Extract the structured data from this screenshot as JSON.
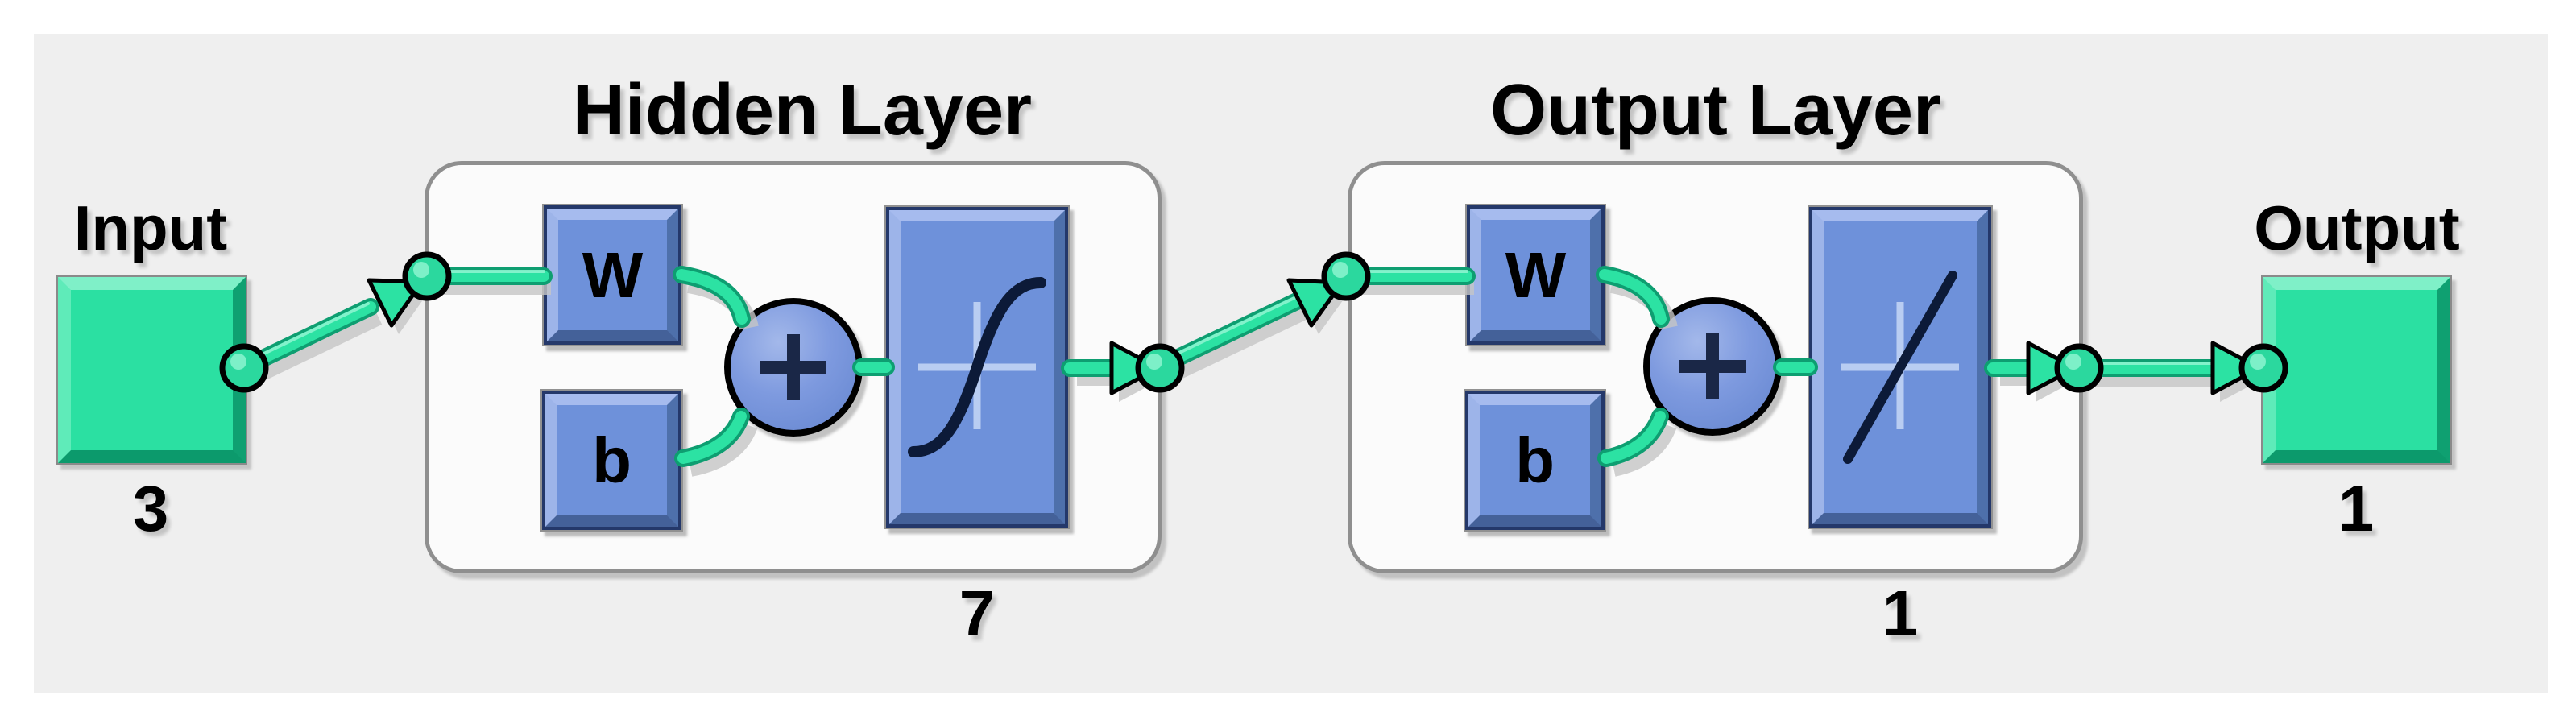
{
  "window": {
    "background_color": "#FFFFFF",
    "panel_color": "#EFEFEF"
  },
  "network": {
    "input": {
      "label": "Input",
      "size": "3"
    },
    "layers": [
      {
        "title": "Hidden Layer",
        "weight_label": "W",
        "bias_label": "b",
        "sum_icon": "plus-icon",
        "transfer_icon": "sigmoid-curve-icon",
        "neuron_count": "7"
      },
      {
        "title": "Output Layer",
        "weight_label": "W",
        "bias_label": "b",
        "sum_icon": "plus-icon",
        "transfer_icon": "linear-curve-icon",
        "neuron_count": "1"
      }
    ],
    "output": {
      "label": "Output",
      "size": "1"
    }
  },
  "colors": {
    "connection_green": "#2CE2A3",
    "connection_green_dark": "#0E9E71",
    "connection_green_light": "#8CF4CF",
    "io_square_green": "#2BE0A2",
    "block_blue": "#6E91DA",
    "block_border_navy": "#24386A",
    "sum_plus_navy": "#1A2747",
    "transfer_axis_blue": "#B9CDF2",
    "box_border_gray": "#8F8F8F",
    "panel_gray": "#EFEFEF"
  }
}
